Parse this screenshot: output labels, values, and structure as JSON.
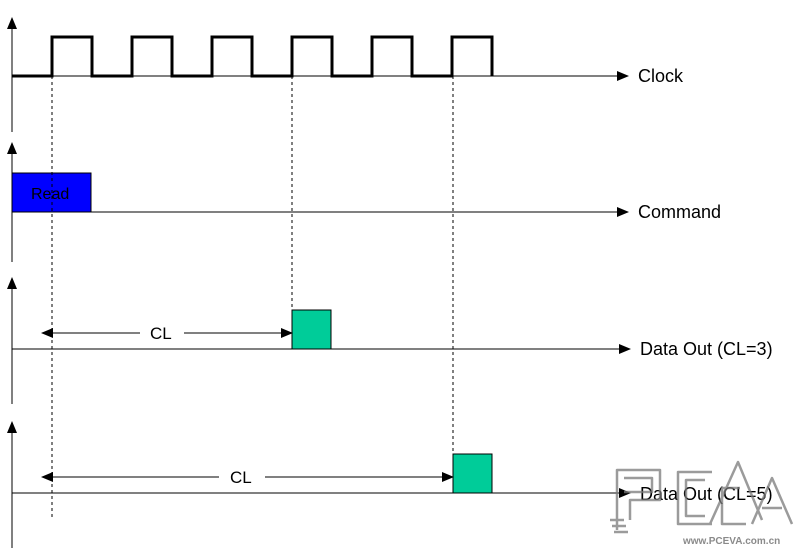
{
  "signals": {
    "clock": "Clock",
    "command": "Command",
    "data_out_cl3": "Data Out (CL=3)",
    "data_out_cl5": "Data Out (CL=5)"
  },
  "command_block": {
    "label": "Read",
    "color": "#0000ff"
  },
  "data_block_color": "#00cc99",
  "latency_label": "CL",
  "watermark": {
    "logo": "PCEVA",
    "url": "www.PCEVA.com.cn"
  }
}
